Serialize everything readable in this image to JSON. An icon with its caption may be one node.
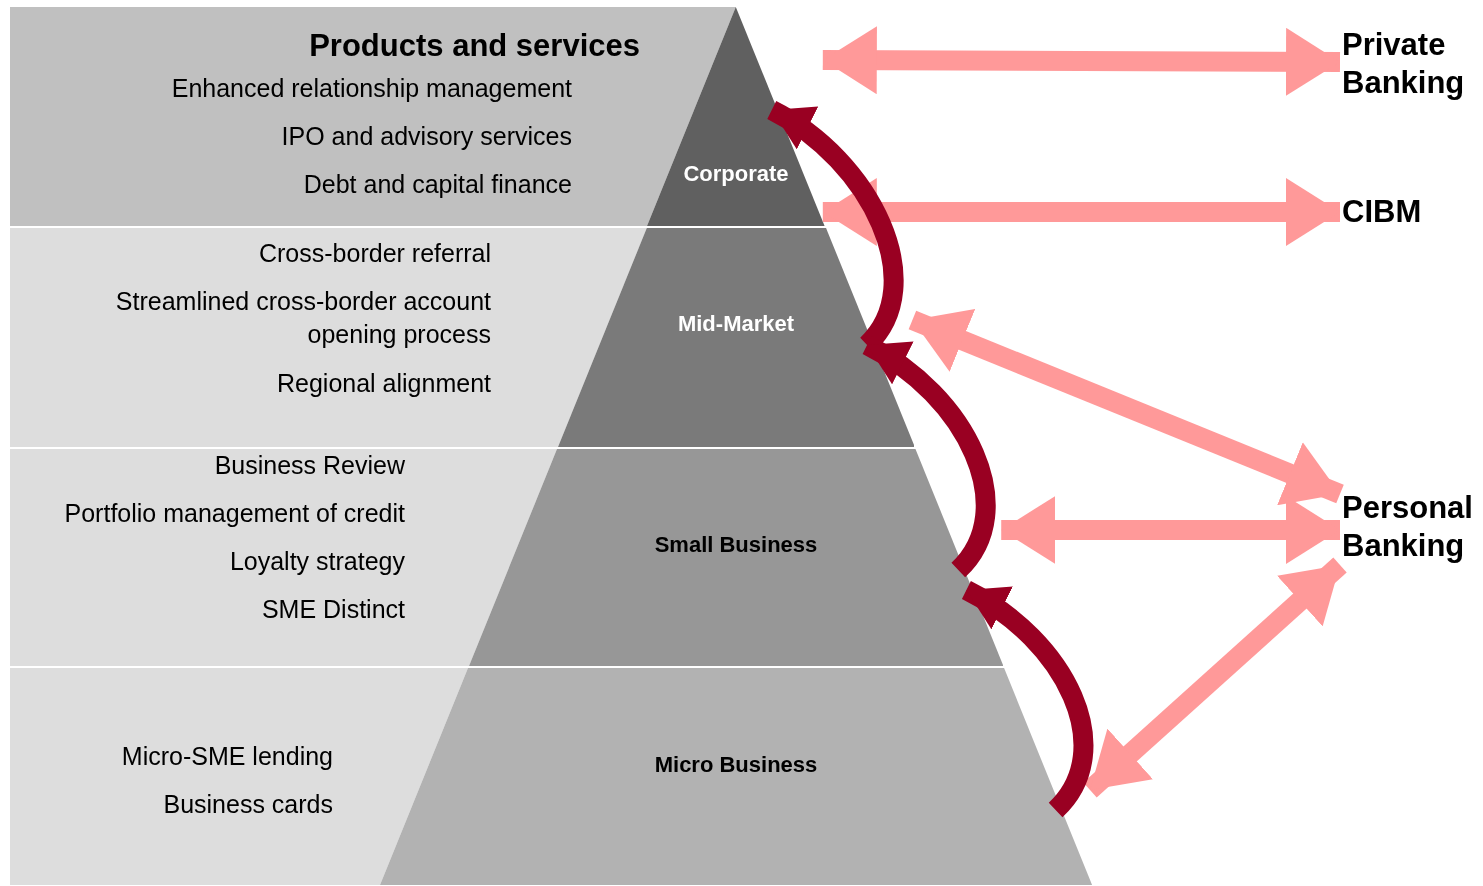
{
  "diagram": {
    "nodes": [
      {
        "text": [
          "Products and services",
          "Enhanced relationship management",
          "IPO and advisory services",
          "Debt and capital finance"
        ]
      },
      {
        "text": [
          "Corporate"
        ]
      },
      {
        "text": [
          "Cross-border referral",
          "Streamlined cross-border account opening process",
          "Regional alignment"
        ]
      },
      {
        "text": [
          "Mid-Market"
        ]
      },
      {
        "text": [
          "Business Review",
          "Portfolio management of credit",
          "Loyalty strategy",
          "SME Distinct"
        ]
      },
      {
        "text": [
          "Small Business"
        ]
      },
      {
        "text": [
          "Micro-SME lending",
          "Business cards"
        ]
      },
      {
        "text": [
          "Micro Business"
        ]
      },
      {
        "text": [
          "Private Banking"
        ]
      },
      {
        "text": [
          "CIBM"
        ]
      },
      {
        "text": [
          "Personal Banking"
        ]
      }
    ],
    "edges": [
      {
        "from": 1,
        "to": 8,
        "arrow": "both"
      },
      {
        "from": 1,
        "to": 9,
        "arrow": "both"
      },
      {
        "from": 3,
        "to": 10,
        "arrow": "both"
      },
      {
        "from": 5,
        "to": 10,
        "arrow": "both"
      },
      {
        "from": 7,
        "to": 10,
        "arrow": "both"
      },
      {
        "from": 3,
        "to": 1,
        "arrow": "to",
        "color": "#990022"
      },
      {
        "from": 5,
        "to": 3,
        "arrow": "to",
        "color": "#990022"
      },
      {
        "from": 7,
        "to": 5,
        "arrow": "to",
        "color": "#990022"
      }
    ]
  }
}
